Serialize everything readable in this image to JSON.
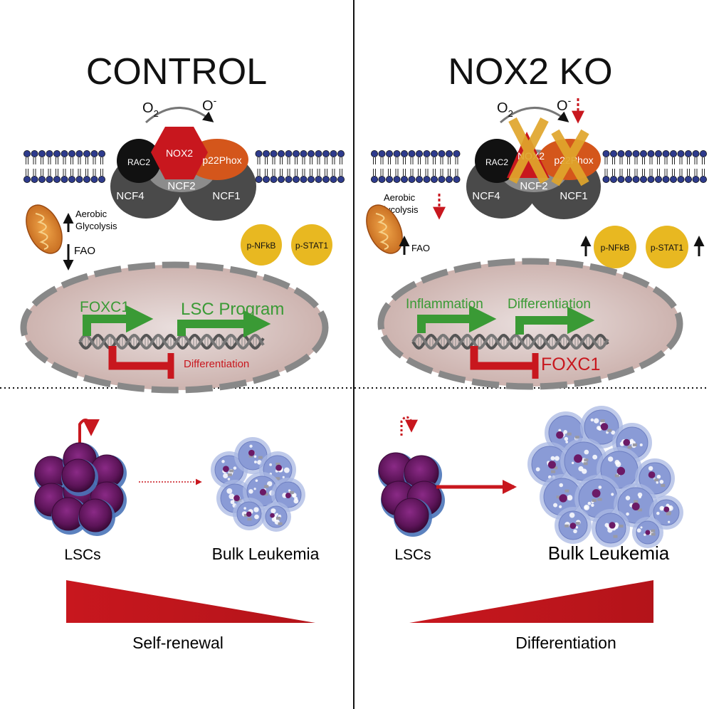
{
  "left": {
    "title": "CONTROL",
    "o2_label": "O",
    "o2_sub": "2",
    "o_minus_label": "O",
    "o_minus_sup": "-",
    "complex": {
      "nox2": "NOX2",
      "rac2": "RAC2",
      "p22phox": "p22Phox",
      "ncf4": "NCF4",
      "ncf2": "NCF2",
      "ncf1": "NCF1"
    },
    "aerobic": "Aerobic",
    "glycolysis": "Glycolysis",
    "fao": "FAO",
    "pnfkb": "p-NFkB",
    "pstat1": "p-STAT1",
    "gene1": "FOXC1",
    "gene2": "LSC Program",
    "repressed": "Differentiation",
    "lscs": "LSCs",
    "bulk": "Bulk Leukemia",
    "wedge": "Self-renewal"
  },
  "right": {
    "title": "NOX2 KO",
    "o2_label": "O",
    "o2_sub": "2",
    "o_minus_label": "O",
    "o_minus_sup": "-",
    "complex": {
      "nox2": "NOX2",
      "rac2": "RAC2",
      "p22phox": "p22Phox",
      "ncf4": "NCF4",
      "ncf2": "NCF2",
      "ncf1": "NCF1"
    },
    "aerobic": "Aerobic",
    "glycolysis": "Glycolysis",
    "fao": "FAO",
    "pnfkb": "p-NFkB",
    "pstat1": "p-STAT1",
    "gene1": "Inflammation",
    "gene2": "Differentiation",
    "repressed": "FOXC1",
    "lscs": "LSCs",
    "bulk": "Bulk Leukemia",
    "wedge": "Differentiation"
  },
  "colors": {
    "red": "#c8171e",
    "green": "#3a9a35",
    "purple": "#6b1a66",
    "yellow": "#e8b821",
    "orange": "#d4561b",
    "membrane": "#2e3b8c",
    "x_mark": "#e0a62c"
  }
}
